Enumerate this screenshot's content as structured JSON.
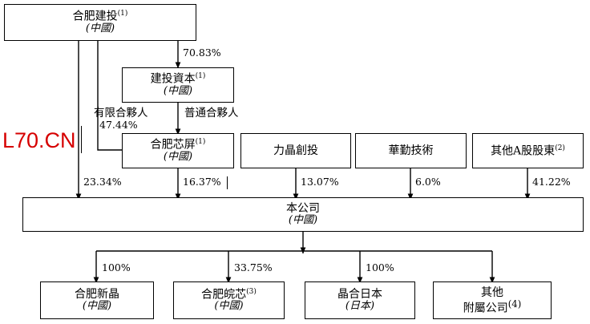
{
  "diagram": {
    "type": "org-ownership-chart",
    "watermark": "L70.CN",
    "nodes": [
      {
        "id": "hefei-jiantou",
        "name": "合肥建投",
        "note": "(1)",
        "country": "(中國)"
      },
      {
        "id": "jiantou-ziben",
        "name": "建投資本",
        "note": "(1)",
        "country": "(中國)"
      },
      {
        "id": "hefei-xinping",
        "name": "合肥芯屏",
        "note": "(1)",
        "country": "(中國)"
      },
      {
        "id": "lijing-chuangtou",
        "name": "力晶創投",
        "note": "",
        "country": ""
      },
      {
        "id": "huaqin-jishu",
        "name": "華勤技術",
        "note": "",
        "country": ""
      },
      {
        "id": "other-a-shares",
        "name": "其他A股股東",
        "note": "(2)",
        "country": ""
      },
      {
        "id": "company",
        "name": "本公司",
        "note": "",
        "country": "(中國)"
      },
      {
        "id": "hefei-xinjing",
        "name": "合肥新晶",
        "note": "",
        "country": "(中國)"
      },
      {
        "id": "hefei-wanxin",
        "name": "合肥皖芯",
        "note": "(3)",
        "country": "(中國)"
      },
      {
        "id": "jinghe-riben",
        "name": "晶合日本",
        "note": "",
        "country": "(日本)"
      },
      {
        "id": "other-subs",
        "name": "其他",
        "name2": "附屬公司",
        "note": "(4)",
        "country": ""
      }
    ],
    "edges": [
      {
        "id": "e1",
        "from": "hefei-jiantou",
        "to": "jiantou-ziben",
        "percent": "70.83%",
        "role": ""
      },
      {
        "id": "e2",
        "from": "hefei-jiantou",
        "to": "hefei-xinping",
        "percent": "47.44%",
        "role": "有限合夥人"
      },
      {
        "id": "e3",
        "from": "jiantou-ziben",
        "to": "hefei-xinping",
        "percent": "",
        "role": "普通合夥人"
      },
      {
        "id": "e4",
        "from": "hefei-jiantou",
        "to": "company",
        "percent": "23.34%",
        "role": ""
      },
      {
        "id": "e5",
        "from": "hefei-xinping",
        "to": "company",
        "percent": "16.37%",
        "role": ""
      },
      {
        "id": "e6",
        "from": "lijing-chuangtou",
        "to": "company",
        "percent": "13.07%",
        "role": ""
      },
      {
        "id": "e7",
        "from": "huaqin-jishu",
        "to": "company",
        "percent": "6.0%",
        "role": ""
      },
      {
        "id": "e8",
        "from": "other-a-shares",
        "to": "company",
        "percent": "41.22%",
        "role": ""
      },
      {
        "id": "e9",
        "from": "company",
        "to": "hefei-xinjing",
        "percent": "100%",
        "role": ""
      },
      {
        "id": "e10",
        "from": "company",
        "to": "hefei-wanxin",
        "percent": "33.75%",
        "role": ""
      },
      {
        "id": "e11",
        "from": "company",
        "to": "jinghe-riben",
        "percent": "100%",
        "role": ""
      },
      {
        "id": "e12",
        "from": "company",
        "to": "other-subs",
        "percent": "",
        "role": ""
      }
    ],
    "colors": {
      "line": "#000000",
      "box_border": "#000000",
      "background": "#ffffff",
      "watermark": "#d60000"
    }
  }
}
